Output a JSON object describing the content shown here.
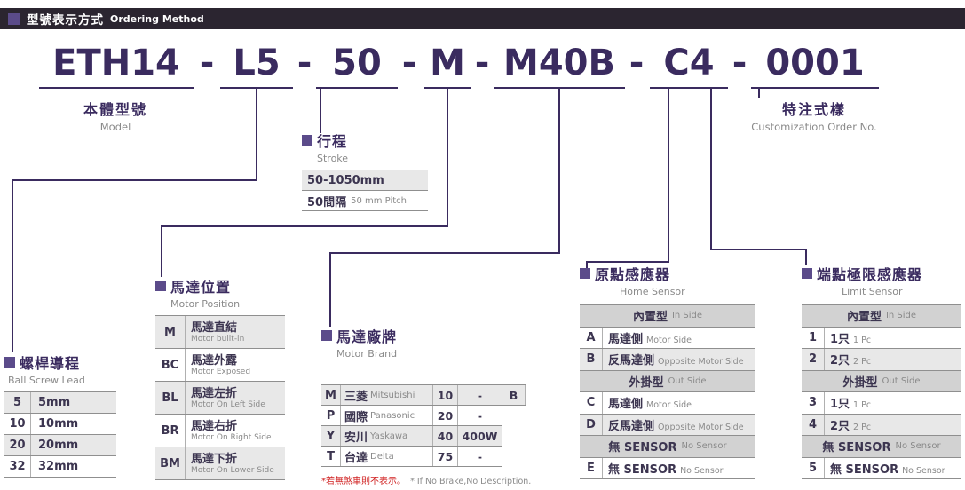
{
  "colors": {
    "accent": "#3a2b5f",
    "bullet": "#5b4b8a",
    "header_bg": "#2b2530",
    "row_shade": "#e8e8e8",
    "header_row": "#d2d2d2",
    "red": "#d02020"
  },
  "header": {
    "title_cn": "型號表示方式",
    "title_en": "Ordering Method"
  },
  "model": {
    "segments": [
      "ETH14",
      "L5",
      "50",
      "M",
      "M40B",
      "C4",
      "0001"
    ],
    "dash": "-"
  },
  "labels": {
    "model": {
      "cn": "本體型號",
      "en": "Model"
    },
    "customization": {
      "cn": "特注式樣",
      "en": "Customization Order No."
    }
  },
  "stroke": {
    "title_cn": "行程",
    "title_en": "Stroke",
    "range": "50-1050mm",
    "pitch_cn": "50間隔",
    "pitch_en": "50 mm Pitch"
  },
  "ball_screw_lead": {
    "title_cn": "螺桿導程",
    "title_en": "Ball Screw Lead",
    "rows": [
      {
        "code": "5",
        "value": "5mm"
      },
      {
        "code": "10",
        "value": "10mm"
      },
      {
        "code": "20",
        "value": "20mm"
      },
      {
        "code": "32",
        "value": "32mm"
      }
    ]
  },
  "motor_position": {
    "title_cn": "馬達位置",
    "title_en": "Motor Position",
    "rows": [
      {
        "code": "M",
        "cn": "馬達直結",
        "en": "Motor built-in"
      },
      {
        "code": "BC",
        "cn": "馬達外露",
        "en": "Motor Exposed"
      },
      {
        "code": "BL",
        "cn": "馬達左折",
        "en": "Motor On Left Side"
      },
      {
        "code": "BR",
        "cn": "馬達右折",
        "en": "Motor On Right Side"
      },
      {
        "code": "BM",
        "cn": "馬達下折",
        "en": "Motor On Lower Side"
      }
    ]
  },
  "motor_brand": {
    "title_cn": "馬達廠牌",
    "title_en": "Motor Brand",
    "rows": [
      {
        "code": "M",
        "cn": "三菱",
        "en": "Mitsubishi",
        "watt_code": "10",
        "watt": "-",
        "brake": "B"
      },
      {
        "code": "P",
        "cn": "國際",
        "en": "Panasonic",
        "watt_code": "20",
        "watt": "-"
      },
      {
        "code": "Y",
        "cn": "安川",
        "en": "Yaskawa",
        "watt_code": "40",
        "watt": "400W"
      },
      {
        "code": "T",
        "cn": "台達",
        "en": "Delta",
        "watt_code": "75",
        "watt": "-"
      }
    ],
    "footnote_cn": "*若無煞車則不表示。",
    "footnote_en": "* If No Brake,No Description."
  },
  "home_sensor": {
    "title_cn": "原點感應器",
    "title_en": "Home Sensor",
    "rows": [
      {
        "type": "header",
        "cn": "內置型",
        "en": "In Side"
      },
      {
        "code": "A",
        "cn": "馬達側",
        "en": "Motor Side"
      },
      {
        "code": "B",
        "cn": "反馬達側",
        "en": "Opposite Motor Side"
      },
      {
        "type": "header",
        "cn": "外掛型",
        "en": "Out Side"
      },
      {
        "code": "C",
        "cn": "馬達側",
        "en": "Motor Side"
      },
      {
        "code": "D",
        "cn": "反馬達側",
        "en": "Opposite Motor Side"
      },
      {
        "type": "header",
        "cn": "無 SENSOR",
        "en": "No Sensor"
      },
      {
        "code": "E",
        "cn": "無 SENSOR",
        "en": "No Sensor"
      }
    ]
  },
  "limit_sensor": {
    "title_cn": "端點極限感應器",
    "title_en": "Limit Sensor",
    "rows": [
      {
        "type": "header",
        "cn": "內置型",
        "en": "In Side"
      },
      {
        "code": "1",
        "cn": "1只",
        "en": "1 Pc"
      },
      {
        "code": "2",
        "cn": "2只",
        "en": "2 Pc"
      },
      {
        "type": "header",
        "cn": "外掛型",
        "en": "Out Side"
      },
      {
        "code": "3",
        "cn": "1只",
        "en": "1 Pc"
      },
      {
        "code": "4",
        "cn": "2只",
        "en": "2 Pc"
      },
      {
        "type": "header",
        "cn": "無 SENSOR",
        "en": "No Sensor"
      },
      {
        "code": "5",
        "cn": "無 SENSOR",
        "en": "No Sensor"
      }
    ]
  }
}
